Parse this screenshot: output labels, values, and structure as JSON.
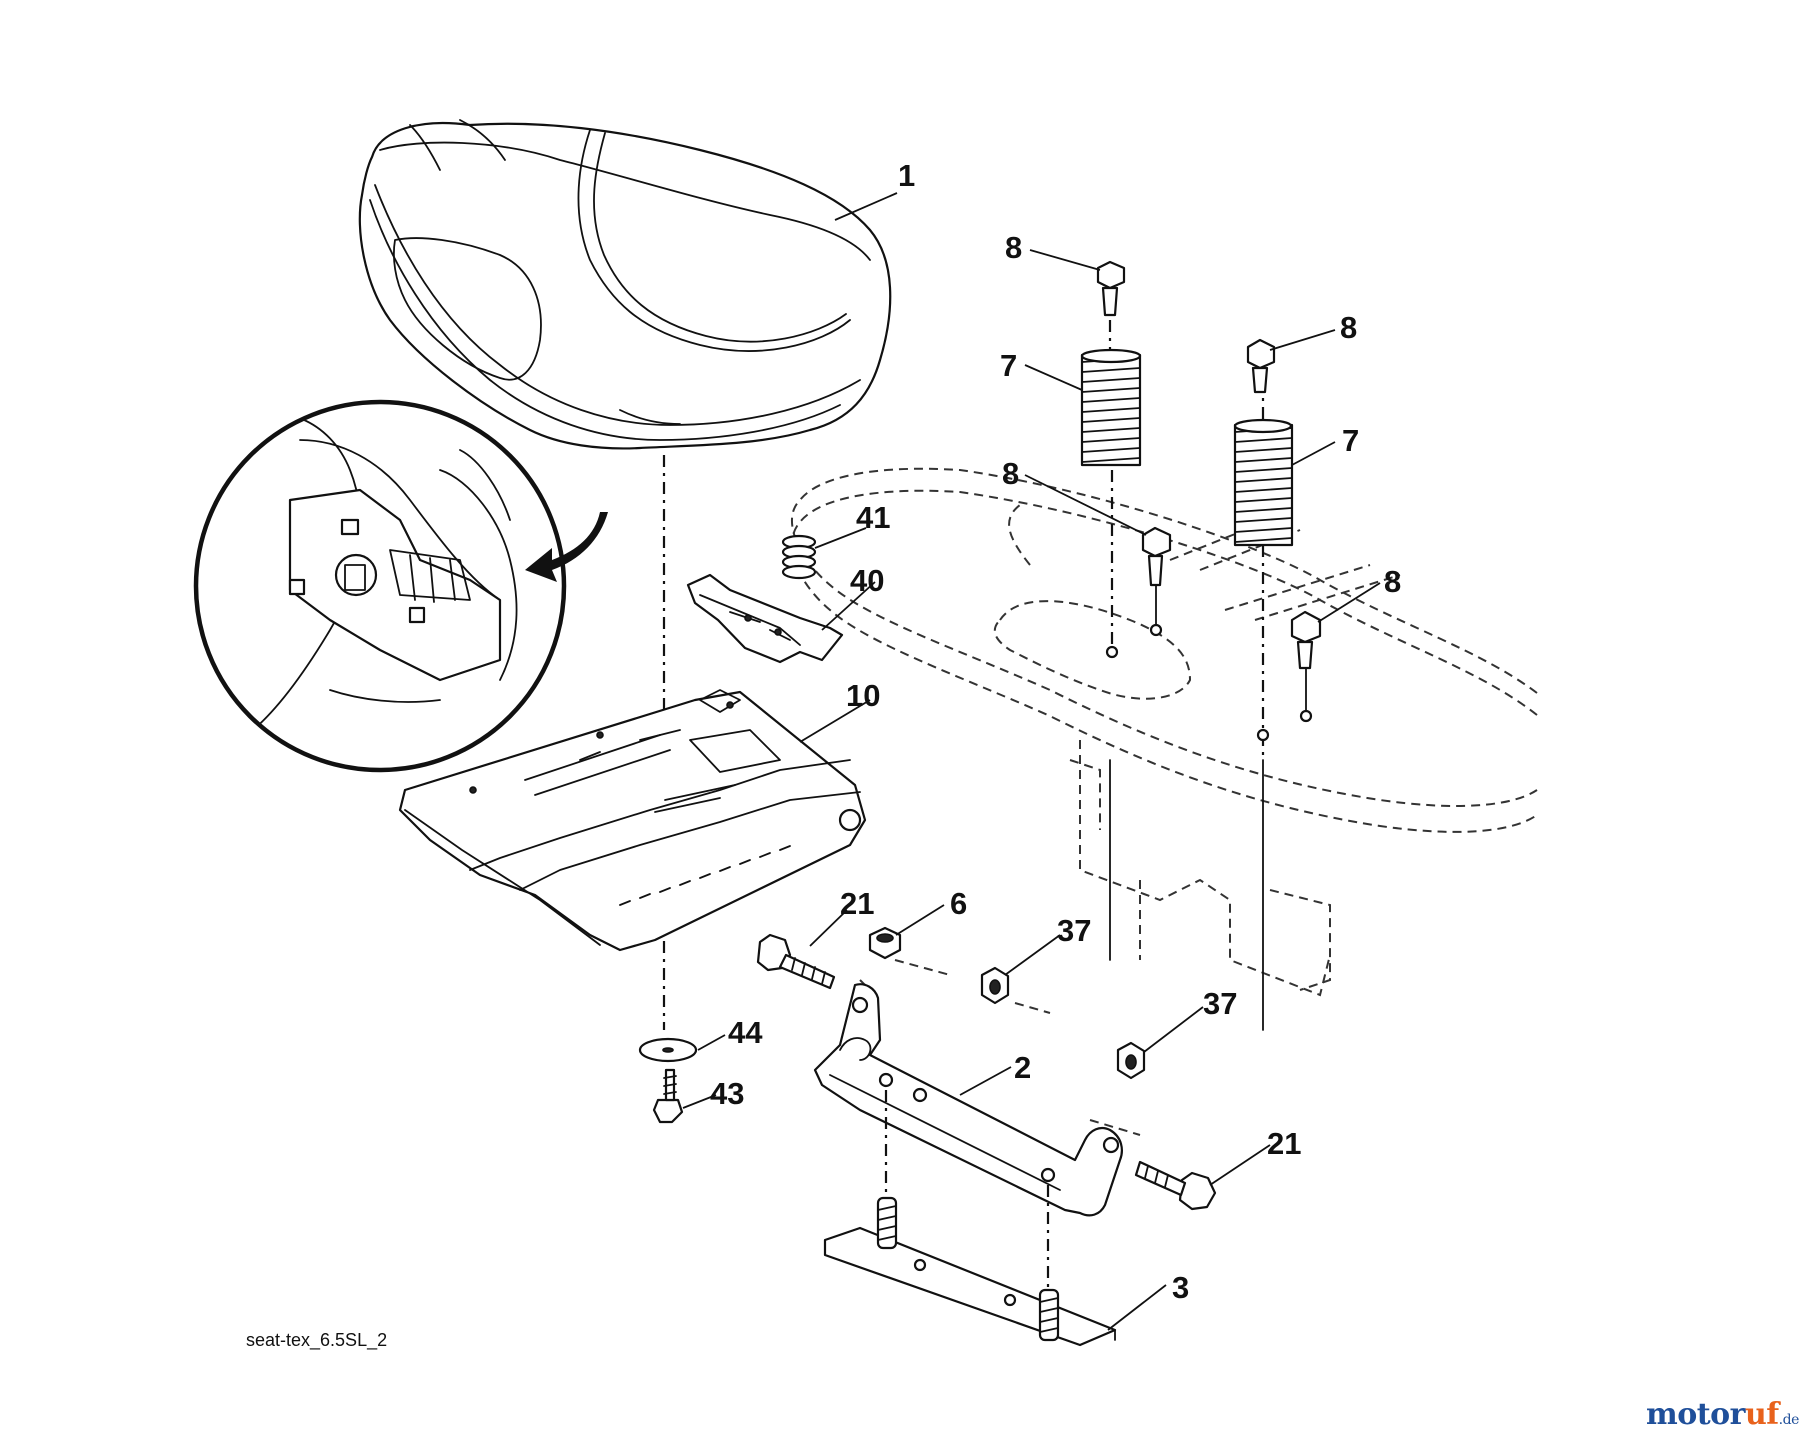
{
  "diagram": {
    "code": "seat-tex_6.5SL_2",
    "callouts": {
      "seat": "1",
      "seat_bracket": "2",
      "mount_plate": "3",
      "nut_top": "6",
      "spring_left": "7",
      "spring_right": "7",
      "bolt_top_left": "8",
      "bolt_top_right": "8",
      "bolt_mid_left": "8",
      "bolt_mid_right": "8",
      "seat_pan": "10",
      "bolt_left": "21",
      "bolt_right": "21",
      "nut_mid": "37",
      "nut_lower": "37",
      "slide": "40",
      "small_spring": "41",
      "screw": "43",
      "washer": "44"
    }
  },
  "watermark": {
    "brand_dark": "motor",
    "brand_accent": "uf",
    "tld": ".de",
    "colors": {
      "dark": "#1f4f9a",
      "accent": "#e8621c"
    }
  }
}
